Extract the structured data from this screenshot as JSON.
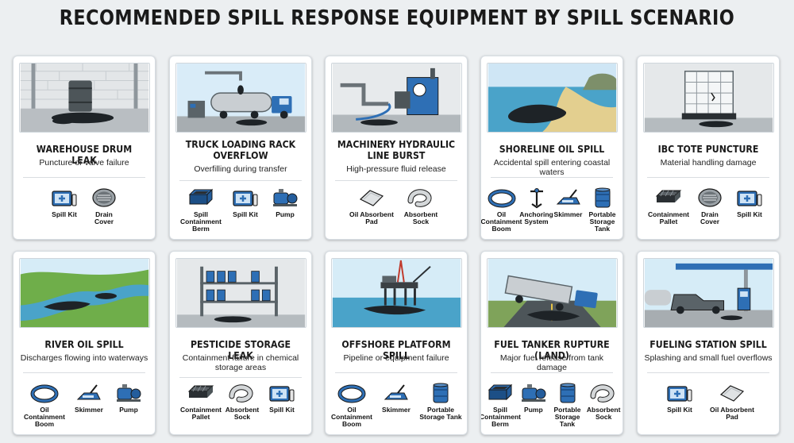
{
  "title": "RECOMMENDED SPILL RESPONSE EQUIPMENT BY SPILL SCENARIO",
  "cards": [
    {
      "title": "WAREHOUSE DRUM LEAK",
      "subtitle": "Puncture or valve failure",
      "equipment": [
        {
          "label": "Spill Kit",
          "icon": "spill-kit-icon"
        },
        {
          "label": "Drain Cover",
          "icon": "drain-cover-icon"
        }
      ]
    },
    {
      "title": "TRUCK LOADING RACK OVERFLOW",
      "subtitle": "Overfilling during transfer",
      "equipment": [
        {
          "label": "Spill Containment Berm",
          "icon": "containment-berm-icon"
        },
        {
          "label": "Spill Kit",
          "icon": "spill-kit-icon"
        },
        {
          "label": "Pump",
          "icon": "pump-icon"
        }
      ]
    },
    {
      "title": "MACHINERY HYDRAULIC LINE BURST",
      "subtitle": "High-pressure fluid release",
      "equipment": [
        {
          "label": "Oil Absorbent Pad",
          "icon": "absorbent-pad-icon"
        },
        {
          "label": "Absorbent Sock",
          "icon": "absorbent-sock-icon"
        }
      ]
    },
    {
      "title": "SHORELINE OIL SPILL",
      "subtitle": "Accidental spill entering coastal waters",
      "equipment": [
        {
          "label": "Oil Containment Boom",
          "icon": "containment-boom-icon"
        },
        {
          "label": "Anchoring System",
          "icon": "anchor-icon"
        },
        {
          "label": "Skimmer",
          "icon": "skimmer-icon"
        },
        {
          "label": "Portable Storage Tank",
          "icon": "storage-tank-icon"
        }
      ]
    },
    {
      "title": "IBC TOTE PUNCTURE",
      "subtitle": "Material handling damage",
      "equipment": [
        {
          "label": "Containment Pallet",
          "icon": "containment-pallet-icon"
        },
        {
          "label": "Drain Cover",
          "icon": "drain-cover-icon"
        },
        {
          "label": "Spill Kit",
          "icon": "spill-kit-icon"
        }
      ]
    },
    {
      "title": "RIVER OIL SPILL",
      "subtitle": "Discharges flowing into waterways",
      "equipment": [
        {
          "label": "Oil Containment Boom",
          "icon": "containment-boom-icon"
        },
        {
          "label": "Skimmer",
          "icon": "skimmer-icon"
        },
        {
          "label": "Pump",
          "icon": "pump-icon"
        }
      ]
    },
    {
      "title": "PESTICIDE STORAGE LEAK",
      "subtitle": "Containment failure in chemical storage areas",
      "equipment": [
        {
          "label": "Containment Pallet",
          "icon": "containment-pallet-icon"
        },
        {
          "label": "Absorbent Sock",
          "icon": "absorbent-sock-icon"
        },
        {
          "label": "Spill Kit",
          "icon": "spill-kit-icon"
        }
      ]
    },
    {
      "title": "OFFSHORE PLATFORM SPILL",
      "subtitle": "Pipeline or equipment failure",
      "equipment": [
        {
          "label": "Oil Containment Boom",
          "icon": "containment-boom-icon"
        },
        {
          "label": "Skimmer",
          "icon": "skimmer-icon"
        },
        {
          "label": "Portable Storage Tank",
          "icon": "storage-tank-icon"
        }
      ]
    },
    {
      "title": "FUEL TANKER RUPTURE (LAND)",
      "subtitle": "Major fuel release from tank damage",
      "equipment": [
        {
          "label": "Spill Containment Berm",
          "icon": "containment-berm-icon"
        },
        {
          "label": "Pump",
          "icon": "pump-icon"
        },
        {
          "label": "Portable Storage Tank",
          "icon": "storage-tank-icon"
        },
        {
          "label": "Absorbent Sock",
          "icon": "absorbent-sock-icon"
        }
      ]
    },
    {
      "title": "FUELING STATION SPILL",
      "subtitle": "Splashing and small fuel overflows",
      "equipment": [
        {
          "label": "Spill Kit",
          "icon": "spill-kit-icon"
        },
        {
          "label": "Oil Absorbent Pad",
          "icon": "absorbent-pad-icon"
        }
      ]
    }
  ]
}
